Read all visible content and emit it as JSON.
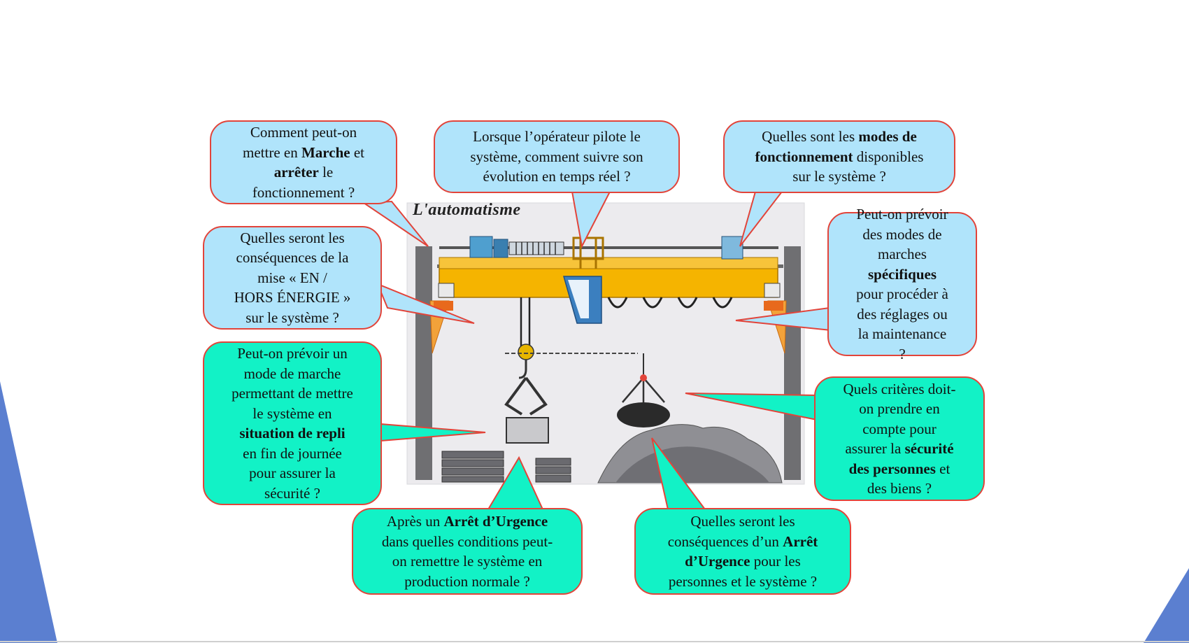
{
  "diagram": {
    "title": "L'automatisme",
    "questions": {
      "q1": {
        "a": "Comment peut-on",
        "b": "mettre en ",
        "b_bold": "Marche",
        "b2": " et",
        "c_bold": "arrêter",
        "c": " le",
        "d": "fonctionnement ?"
      },
      "q2": {
        "a": "Lorsque l’opérateur pilote le",
        "b": "système, comment suivre son",
        "c": "évolution en temps réel ?"
      },
      "q3": {
        "a": "Quelles sont les ",
        "a_bold": "modes de",
        "b_bold": "fonctionnement",
        "b": " disponibles",
        "c": "sur le système ?"
      },
      "q4": {
        "a": "Quelles seront les",
        "b": "conséquences de la",
        "c": "mise « EN /",
        "d": "HORS ÉNERGIE »",
        "e": "sur le système ?"
      },
      "q5": {
        "a": "Peut-on prévoir",
        "b": "des modes de",
        "c": "marches",
        "d_bold": "spécifiques",
        "e": "pour procéder à",
        "f": "des réglages ou",
        "g": "la maintenance",
        "h": "?"
      },
      "q6": {
        "a": "Peut-on prévoir un",
        "b": "mode de marche",
        "c": "permettant de mettre",
        "d": "le système en",
        "e_bold": "situation de repli",
        "f": "en fin de journée",
        "g": "pour assurer la",
        "h": "sécurité ?"
      },
      "q7": {
        "a": "Quels critères doit-",
        "b": "on prendre en",
        "c": "compte pour",
        "d": "assurer la ",
        "d_bold": "sécurité",
        "e_bold": "des personnes",
        "e": " et",
        "f": "des biens ?"
      },
      "q8": {
        "a": "Après un ",
        "a_bold": "Arrêt d’Urgence",
        "b": "dans quelles conditions peut-",
        "c": "on remettre le système en",
        "d": "production normale ?"
      },
      "q9": {
        "a": "Quelles seront les",
        "b": "conséquences d’un ",
        "b_bold": "Arrêt",
        "c_bold": "d’Urgence",
        "c": " pour les",
        "d": "personnes et le système ?"
      }
    }
  },
  "colors": {
    "blue_bubble": "#b0e4fb",
    "teal_bubble": "#12f2c6",
    "border": "#e2443a",
    "crane": "#f5b400",
    "slide_accent": "#5b7fd0"
  }
}
